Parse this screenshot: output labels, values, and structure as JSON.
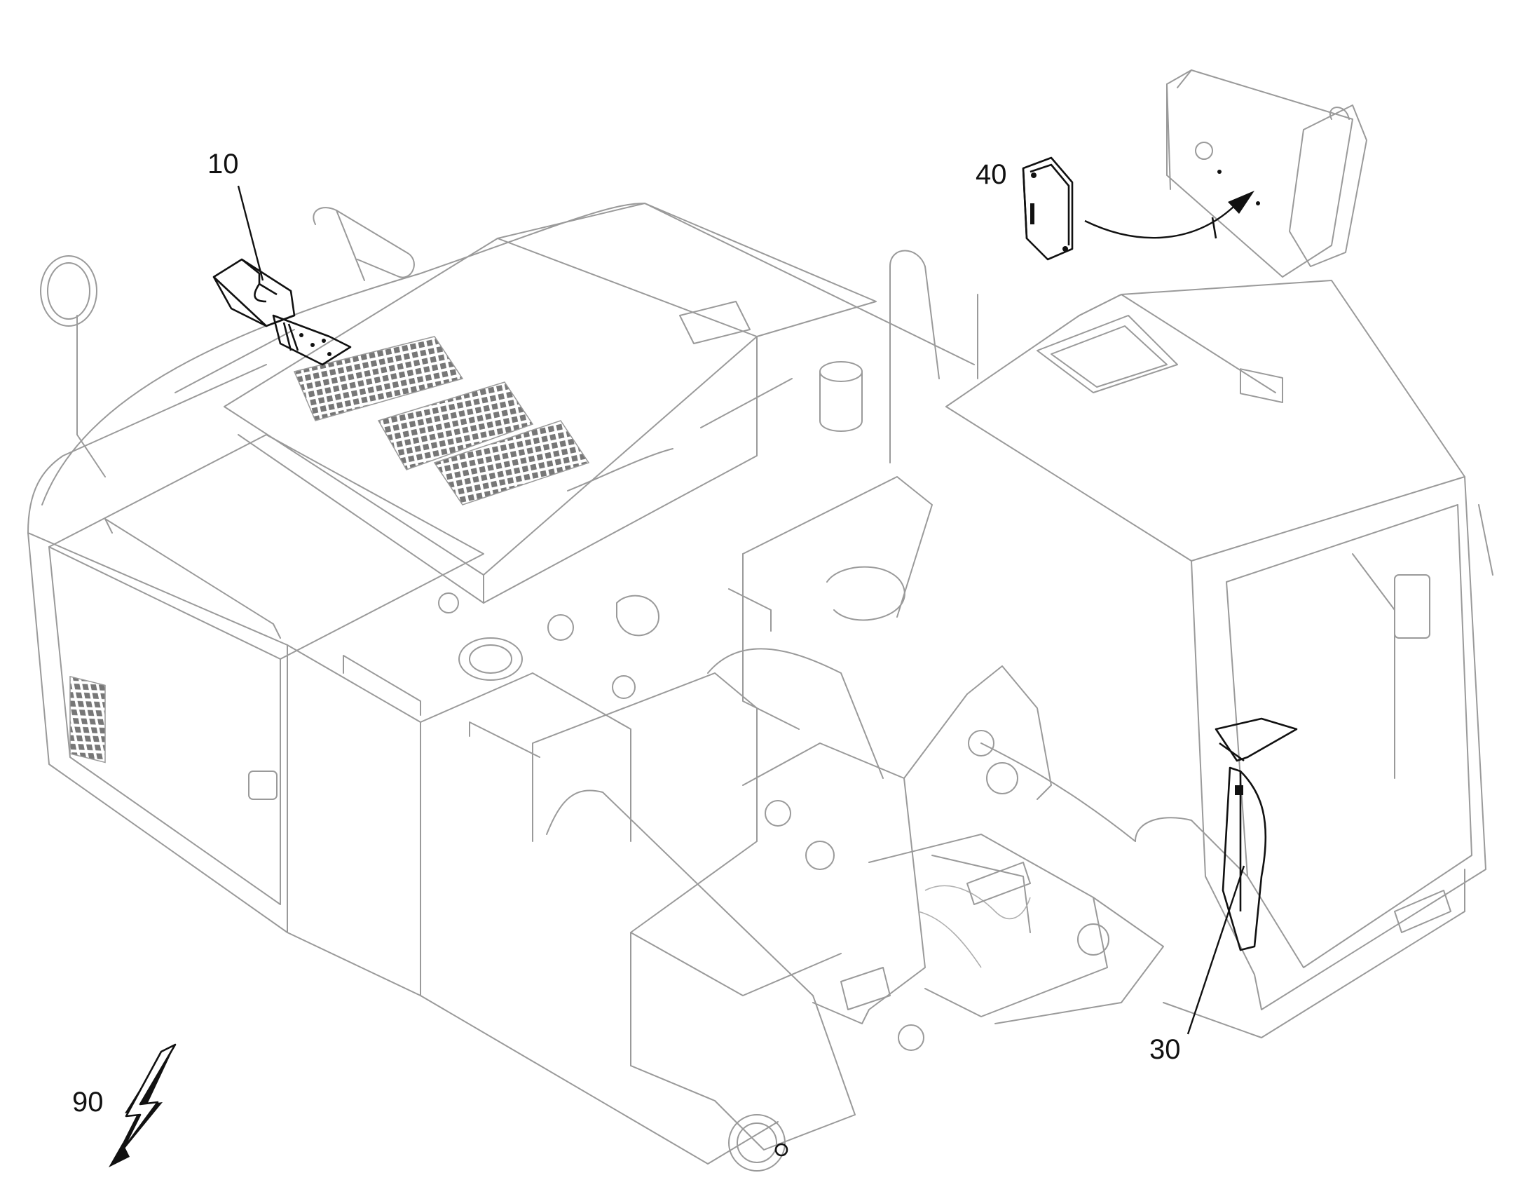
{
  "callouts": {
    "c10": "10",
    "c30": "30",
    "c40": "40",
    "c90": "90"
  },
  "colors": {
    "line_grey": "#9a9a9a",
    "highlight_black": "#111111",
    "background": "#ffffff"
  }
}
